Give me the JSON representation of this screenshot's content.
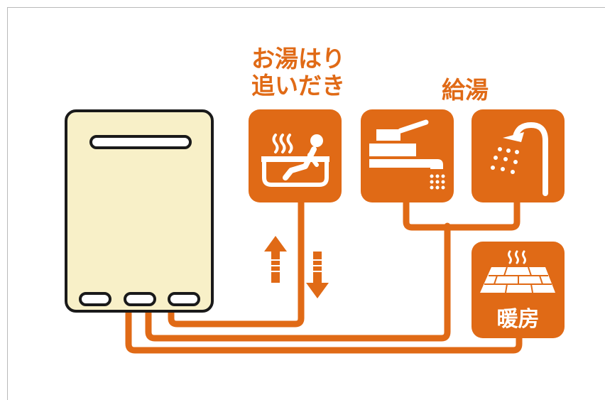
{
  "labels": {
    "bath_line1": "お湯はり",
    "bath_line2": "追いだき",
    "hot_water": "給湯",
    "heating": "暖房"
  },
  "icons": {
    "bath": "bathtub-icon",
    "faucet": "faucet-icon",
    "shower": "shower-icon",
    "floor_heating": "floor-heating-icon",
    "up": "arrow-up-icon",
    "down": "arrow-down-icon"
  },
  "colors": {
    "accent": "#e06a16",
    "heater_body": "#f8f0c8",
    "outline": "#1a1a1a"
  }
}
